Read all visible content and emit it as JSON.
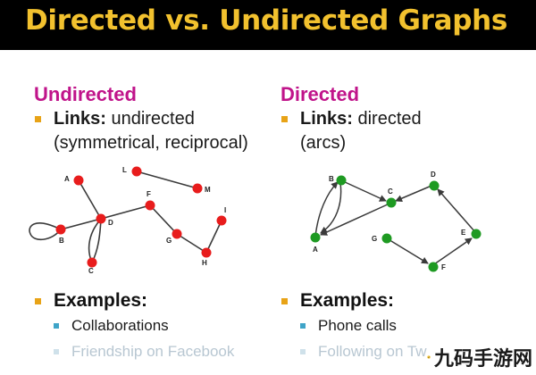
{
  "title": "Directed vs. Undirected Graphs",
  "colors": {
    "title": "#f2c12e",
    "heading": "#c0148a",
    "bullet": "#e8a317",
    "undirected_node": "#e81c1c",
    "directed_node": "#1e9a22"
  },
  "left": {
    "heading": "Undirected",
    "links_label": "Links:",
    "links_text": " undirected",
    "links_line2": "(symmetrical, reciprocal)",
    "examples_title": "Examples:",
    "examples": [
      "Collaborations",
      "Friendship on Facebook"
    ],
    "graph": {
      "nodes": [
        "A",
        "B",
        "C",
        "D",
        "F",
        "G",
        "H",
        "I",
        "L",
        "M"
      ],
      "edges": [
        [
          "A",
          "D"
        ],
        [
          "B",
          "D"
        ],
        [
          "C",
          "D"
        ],
        [
          "D",
          "F"
        ],
        [
          "F",
          "G"
        ],
        [
          "G",
          "H"
        ],
        [
          "H",
          "I"
        ],
        [
          "L",
          "M"
        ],
        [
          "B",
          "B"
        ],
        [
          "C",
          "D"
        ]
      ]
    }
  },
  "right": {
    "heading": "Directed",
    "links_label": "Links:",
    "links_text": " directed",
    "links_line2": "(arcs)",
    "examples_title": "Examples:",
    "examples": [
      "Phone calls",
      "Following on Tw"
    ],
    "graph": {
      "nodes": [
        "A",
        "B",
        "C",
        "D",
        "E",
        "F",
        "G"
      ],
      "edges": [
        [
          "B",
          "C"
        ],
        [
          "D",
          "C"
        ],
        [
          "A",
          "B"
        ],
        [
          "B",
          "A"
        ],
        [
          "C",
          "A"
        ],
        [
          "E",
          "D"
        ],
        [
          "G",
          "F"
        ],
        [
          "F",
          "E"
        ]
      ]
    }
  },
  "watermark": {
    "text": "九码手游网",
    "icon": "logo-icon"
  }
}
